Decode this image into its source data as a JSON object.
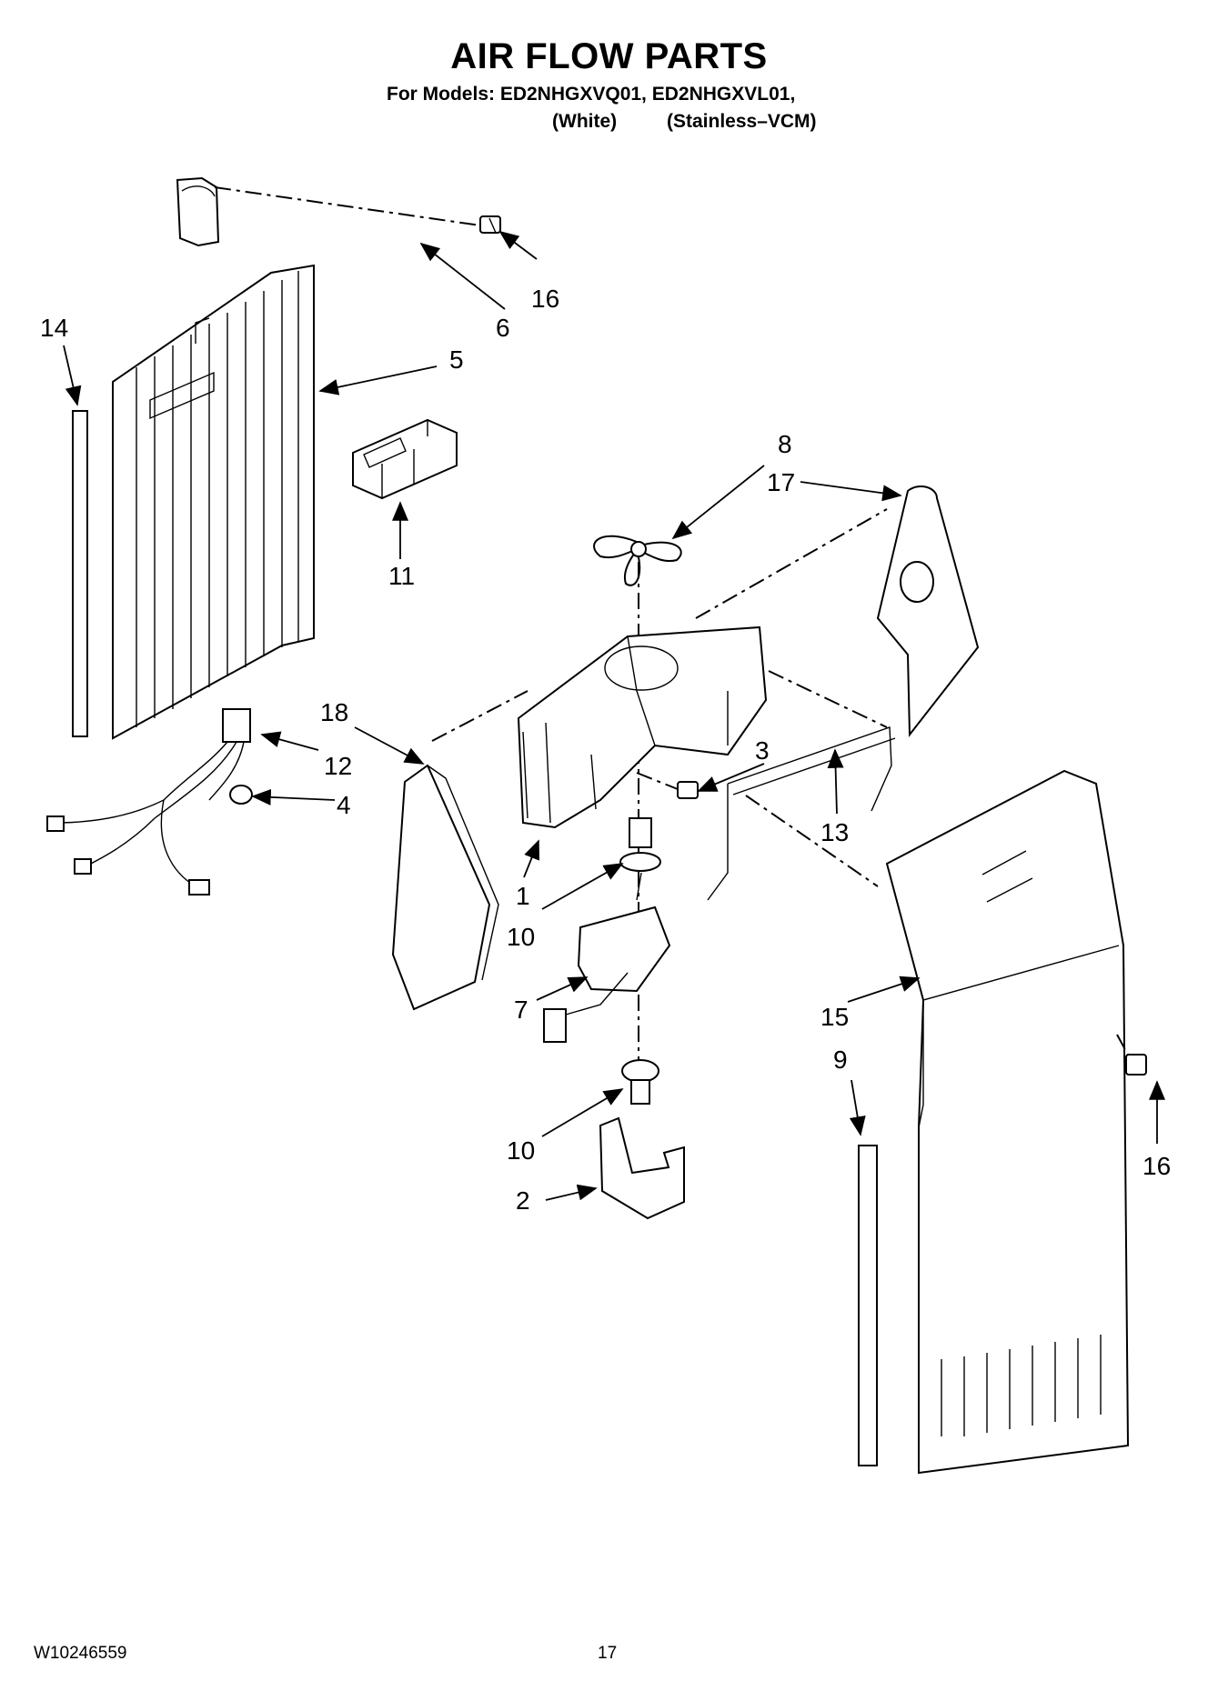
{
  "header": {
    "title": "AIR FLOW PARTS",
    "models_line": "For Models: ED2NHGXVQ01, ED2NHGXVL01,",
    "variant_1": "(White)",
    "variant_2": "(Stainless–VCM)"
  },
  "callouts": {
    "c1": "1",
    "c2": "2",
    "c3": "3",
    "c4": "4",
    "c5": "5",
    "c6": "6",
    "c7": "7",
    "c8": "8",
    "c9": "9",
    "c10a": "10",
    "c10b": "10",
    "c11": "11",
    "c12": "12",
    "c13": "13",
    "c14": "14",
    "c15": "15",
    "c16a": "16",
    "c16b": "16",
    "c17": "17",
    "c18": "18"
  },
  "footer": {
    "doc_number": "W10246559",
    "page_number": "17"
  }
}
